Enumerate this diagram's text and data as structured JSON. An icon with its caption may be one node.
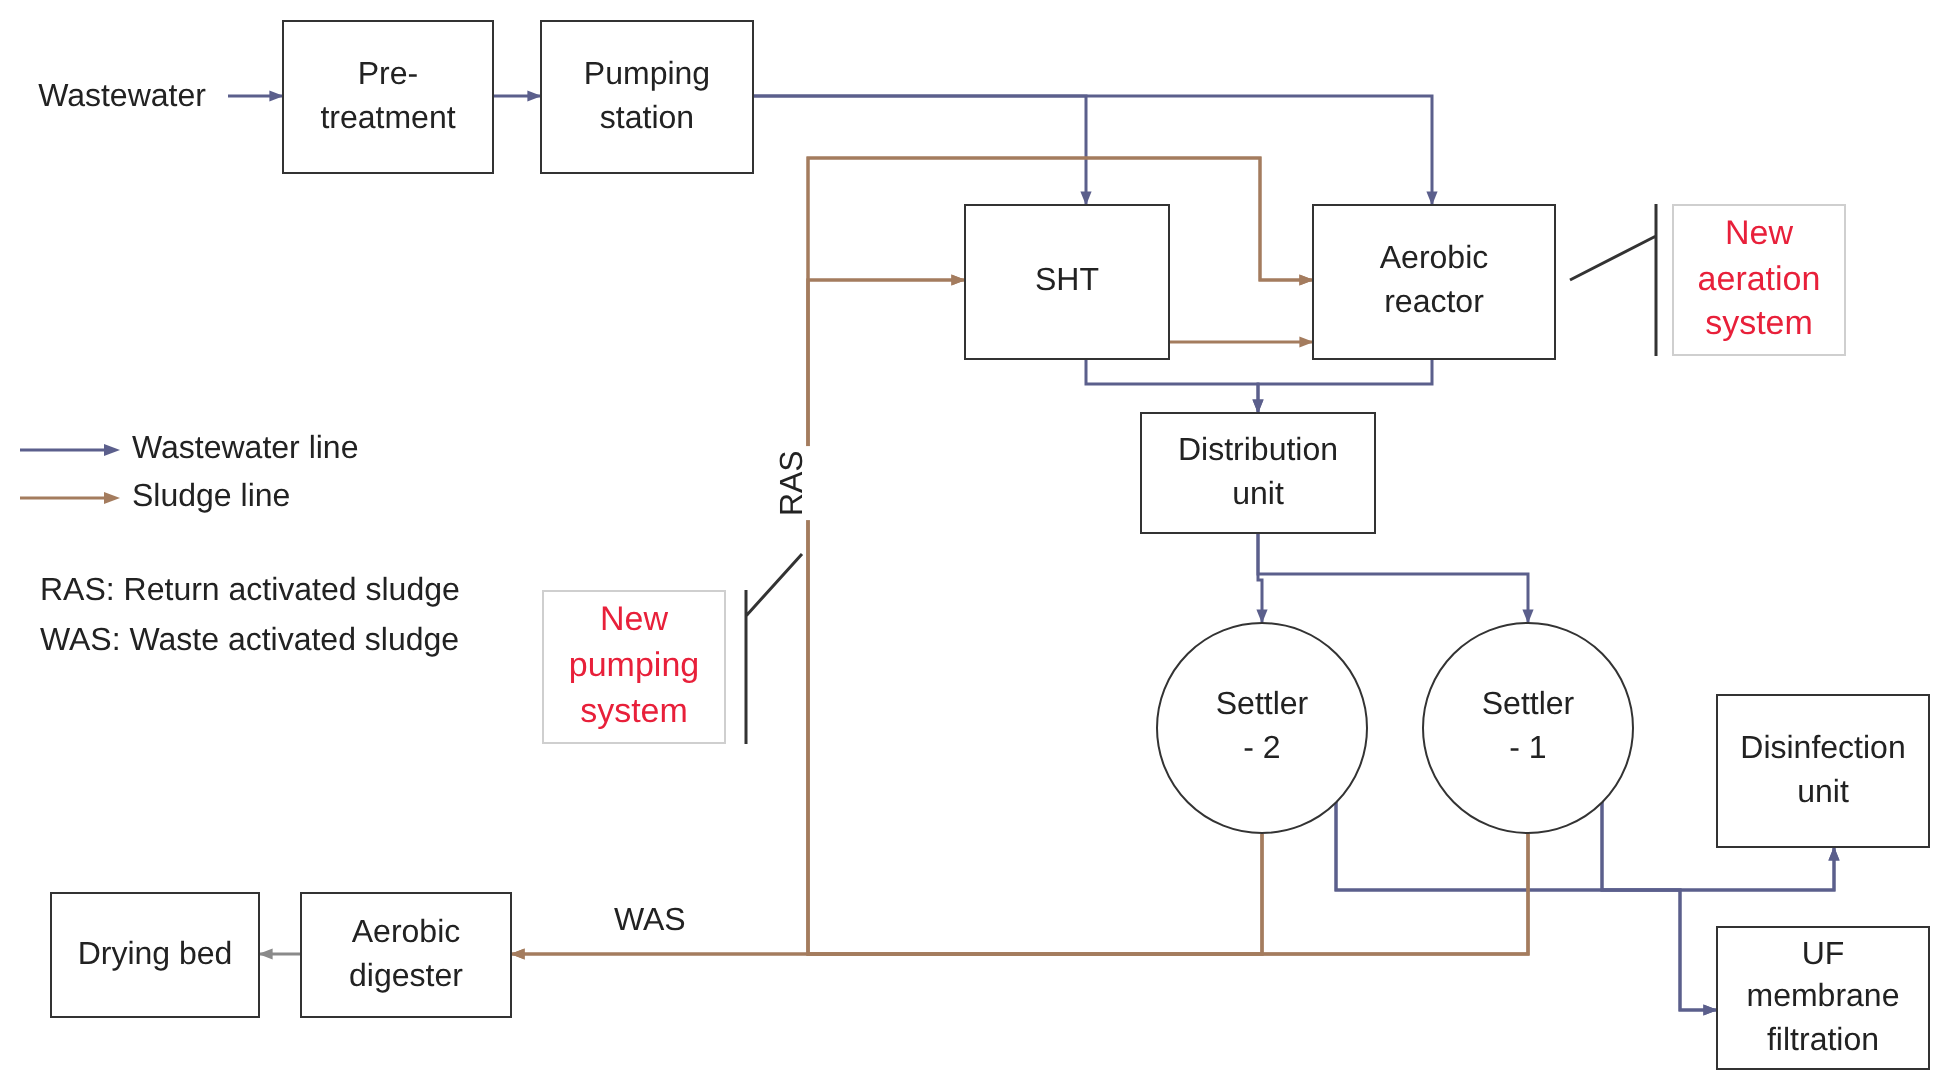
{
  "diagram": {
    "nodes": [
      {
        "text": [
          "Wastewater"
        ]
      },
      {
        "text": [
          "Pre-treatment"
        ]
      },
      {
        "text": [
          "Pumping station"
        ]
      },
      {
        "text": [
          "SHT"
        ]
      },
      {
        "text": [
          "Aerobic reactor"
        ]
      },
      {
        "text": [
          "New aeration system"
        ]
      },
      {
        "text": [
          "Distribution unit"
        ]
      },
      {
        "text": [
          "Settler - 2"
        ]
      },
      {
        "text": [
          "Settler - 1"
        ]
      },
      {
        "text": [
          "Disinfection unit"
        ]
      },
      {
        "text": [
          "UF membrane filtration"
        ]
      },
      {
        "text": [
          "New pumping system"
        ]
      },
      {
        "text": [
          "Aerobic digester"
        ]
      },
      {
        "text": [
          "Drying bed"
        ]
      }
    ],
    "edges": [
      {
        "from": 0,
        "to": 1,
        "arrow": "to"
      },
      {
        "from": 1,
        "to": 2,
        "arrow": "to"
      },
      {
        "from": 2,
        "to": 3,
        "arrow": "to"
      },
      {
        "from": 2,
        "to": 4,
        "arrow": "to"
      },
      {
        "from": 3,
        "to": 4,
        "arrow": "to",
        "color": "#a47c5e"
      },
      {
        "from": 3,
        "to": 6,
        "arrow": "to"
      },
      {
        "from": 4,
        "to": 6,
        "arrow": "to"
      },
      {
        "from": 6,
        "to": 7,
        "arrow": "to"
      },
      {
        "from": 6,
        "to": 8,
        "arrow": "to"
      },
      {
        "from": 7,
        "to": 9,
        "arrow": "to"
      },
      {
        "from": 8,
        "to": 9,
        "arrow": "to"
      },
      {
        "from": 7,
        "to": 10,
        "arrow": "to"
      },
      {
        "from": 8,
        "to": 10,
        "arrow": "to"
      },
      {
        "from": 7,
        "to": 12,
        "arrow": "to",
        "label": "WAS",
        "color": "#a47c5e"
      },
      {
        "from": 8,
        "to": 12,
        "arrow": "to",
        "color": "#a47c5e"
      },
      {
        "from": 7,
        "to": 3,
        "arrow": "to",
        "label": "RAS",
        "color": "#a47c5e"
      },
      {
        "from": 8,
        "to": 3,
        "arrow": "to",
        "color": "#a47c5e"
      },
      {
        "from": 7,
        "to": 4,
        "arrow": "to",
        "color": "#a47c5e"
      },
      {
        "from": 8,
        "to": 4,
        "arrow": "to",
        "color": "#a47c5e"
      },
      {
        "from": 12,
        "to": 13,
        "arrow": "to",
        "color": "#8a8a8a"
      },
      {
        "from": 5,
        "to": 4,
        "arrow": "none",
        "color": "#333333"
      },
      {
        "from": 11,
        "to": null,
        "arrow": "none",
        "color": "#333333"
      }
    ],
    "labels": [
      "RAS: Return activated sludge",
      "WAS: Waste activated sludge"
    ],
    "legend": [
      {
        "text": "Wastewater line"
      },
      {
        "text": "Sludge line"
      }
    ]
  }
}
